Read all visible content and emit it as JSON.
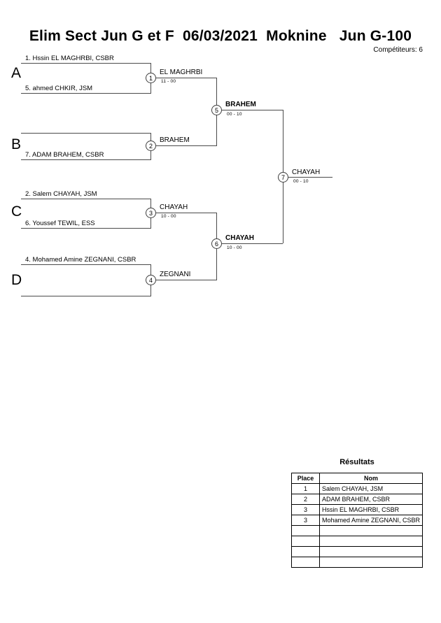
{
  "header": {
    "title": "Elim Sect Jun G et F  06/03/2021  Moknine   Jun G-100",
    "competitors_label": "Compétiteurs: 6"
  },
  "groups": [
    {
      "letter": "A"
    },
    {
      "letter": "B"
    },
    {
      "letter": "C"
    },
    {
      "letter": "D"
    }
  ],
  "entrants": [
    {
      "label": "1. Hssin EL MAGHRBI, CSBR"
    },
    {
      "label": "5. ahmed CHKIR, JSM"
    },
    {
      "label": ""
    },
    {
      "label": "7. ADAM BRAHEM, CSBR"
    },
    {
      "label": "2. Salem CHAYAH, JSM"
    },
    {
      "label": "6. Youssef TEWIL, ESS"
    },
    {
      "label": "4. Mohamed Amine ZEGNANI, CSBR"
    },
    {
      "label": ""
    }
  ],
  "matches": [
    {
      "number": "1",
      "winner": "EL MAGHRBI",
      "score": "11 - 00",
      "bold": false
    },
    {
      "number": "2",
      "winner": "BRAHEM",
      "score": "",
      "bold": false
    },
    {
      "number": "3",
      "winner": "CHAYAH",
      "score": "10 - 00",
      "bold": false
    },
    {
      "number": "4",
      "winner": "ZEGNANI",
      "score": "",
      "bold": false
    },
    {
      "number": "5",
      "winner": "BRAHEM",
      "score": "00 - 10",
      "bold": true
    },
    {
      "number": "6",
      "winner": "CHAYAH",
      "score": "10 - 00",
      "bold": true
    },
    {
      "number": "7",
      "winner": "CHAYAH",
      "score": "00 - 10",
      "bold": false
    }
  ],
  "results": {
    "title": "Résultats",
    "columns": [
      "Place",
      "Nom"
    ],
    "rows": [
      {
        "place": "1",
        "name": "Salem CHAYAH, JSM"
      },
      {
        "place": "2",
        "name": "ADAM BRAHEM, CSBR"
      },
      {
        "place": "3",
        "name": "Hssin EL MAGHRBI, CSBR"
      },
      {
        "place": "3",
        "name": "Mohamed Amine ZEGNANI, CSBR"
      },
      {
        "place": "",
        "name": ""
      },
      {
        "place": "",
        "name": ""
      },
      {
        "place": "",
        "name": ""
      },
      {
        "place": "",
        "name": ""
      }
    ]
  },
  "colors": {
    "background": "#ffffff",
    "line": "#4a4a4a",
    "text": "#000000"
  }
}
